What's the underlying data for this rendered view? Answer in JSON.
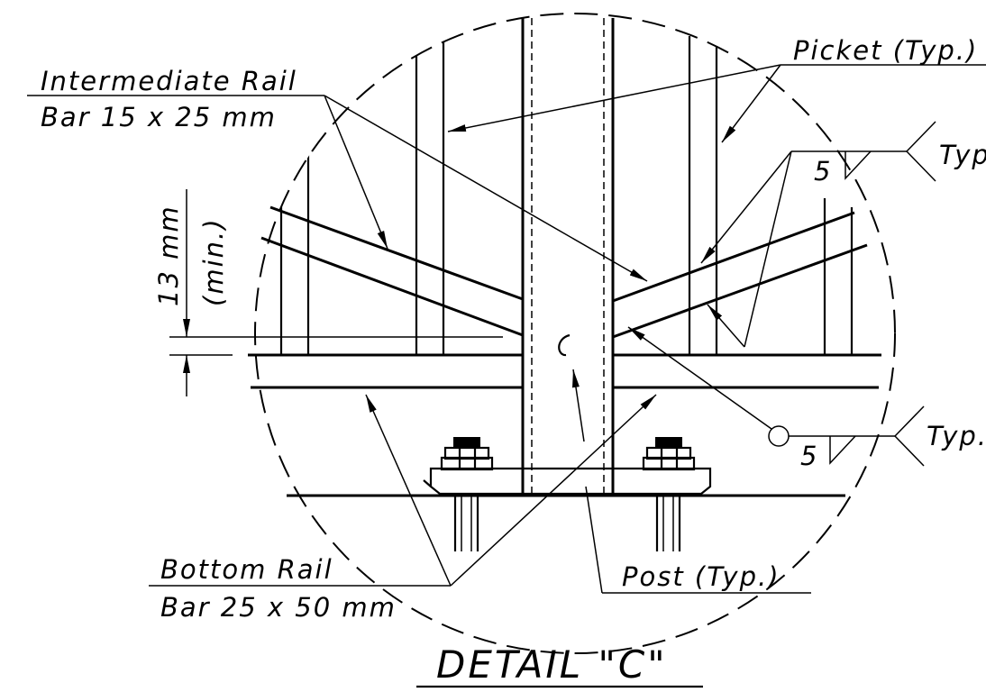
{
  "title": "DETAIL \"C\"",
  "labels": {
    "intermediate_rail": "Intermediate Rail",
    "intermediate_rail_size": "Bar 15 x 25 mm",
    "picket": "Picket (Typ.)",
    "bottom_rail": "Bottom Rail",
    "bottom_rail_size": "Bar 25 x 50 mm",
    "post": "Post (Typ.)",
    "clearance": "13 mm",
    "clearance_note": "(min.)",
    "weld_size_top": "5",
    "weld_size_bottom": "5",
    "weld_tail_top": "Typ.",
    "weld_tail_bottom": "Typ."
  }
}
